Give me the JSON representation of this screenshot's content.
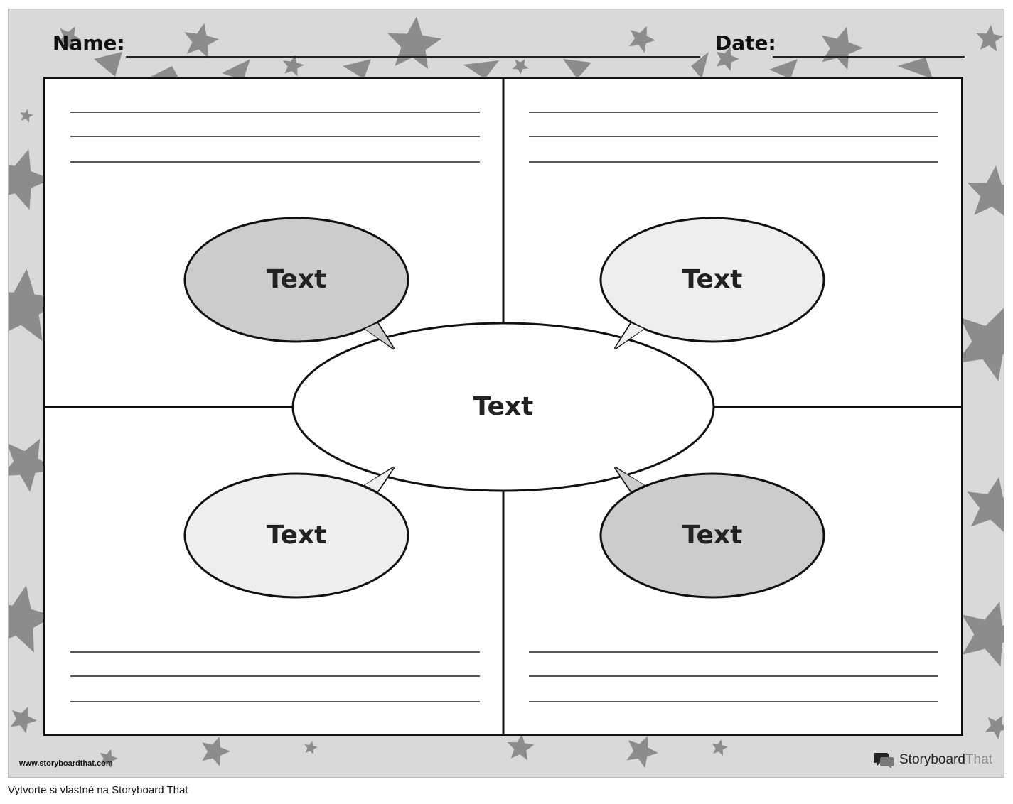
{
  "header": {
    "name_label": "Name:",
    "date_label": "Date:"
  },
  "bubbles": {
    "center": "Text",
    "top_left": "Text",
    "top_right": "Text",
    "bottom_left": "Text",
    "bottom_right": "Text"
  },
  "colors": {
    "sheet_background": "#d9d9d9",
    "star_pattern": "#8c8c8c",
    "bubble_dark": "#cccccc",
    "bubble_light": "#eeeeee",
    "bubble_center": "#ffffff",
    "outline": "#111111"
  },
  "footer": {
    "url": "www.storyboardthat.com",
    "brand_primary": "Storyboard",
    "brand_secondary": "That"
  },
  "caption": "Vytvorte si vlastné na Storyboard That"
}
